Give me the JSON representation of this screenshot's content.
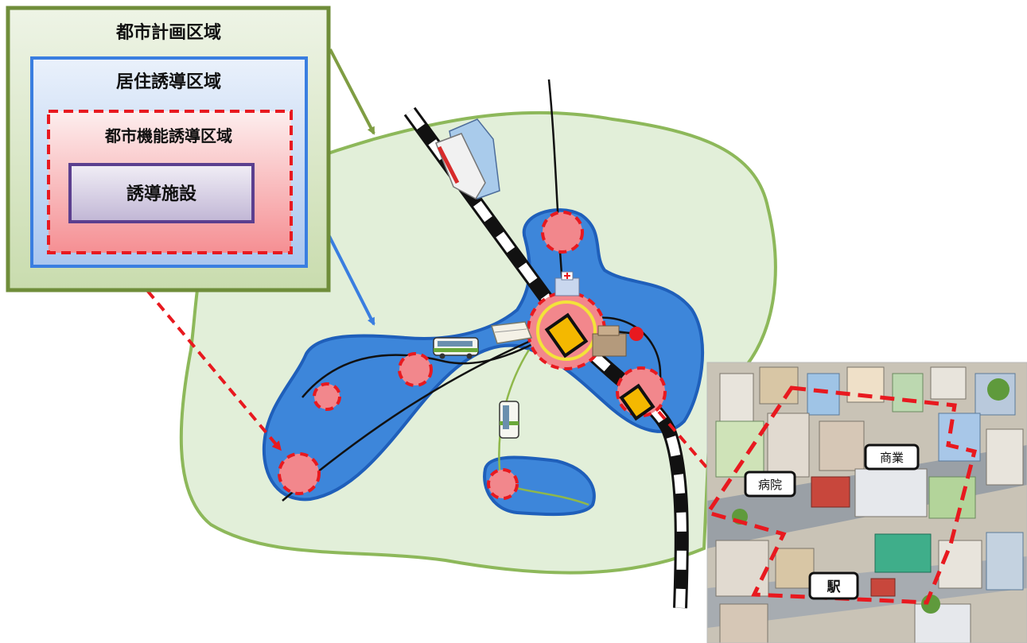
{
  "legend": {
    "city_planning_area": "都市計画区域",
    "residential_area": "居住誘導区域",
    "urban_function_area": "都市機能誘導区域",
    "guided_facility": "誘導施設"
  },
  "inset": {
    "commerce": "商業",
    "hospital": "病院",
    "station": "駅"
  },
  "colors": {
    "city_green": "#7f9d43",
    "city_fill": "#e2efd9",
    "residential_blue": "#2e75d2",
    "urban_red": "#e8191f",
    "facility_purple": "#5b3f8f"
  }
}
